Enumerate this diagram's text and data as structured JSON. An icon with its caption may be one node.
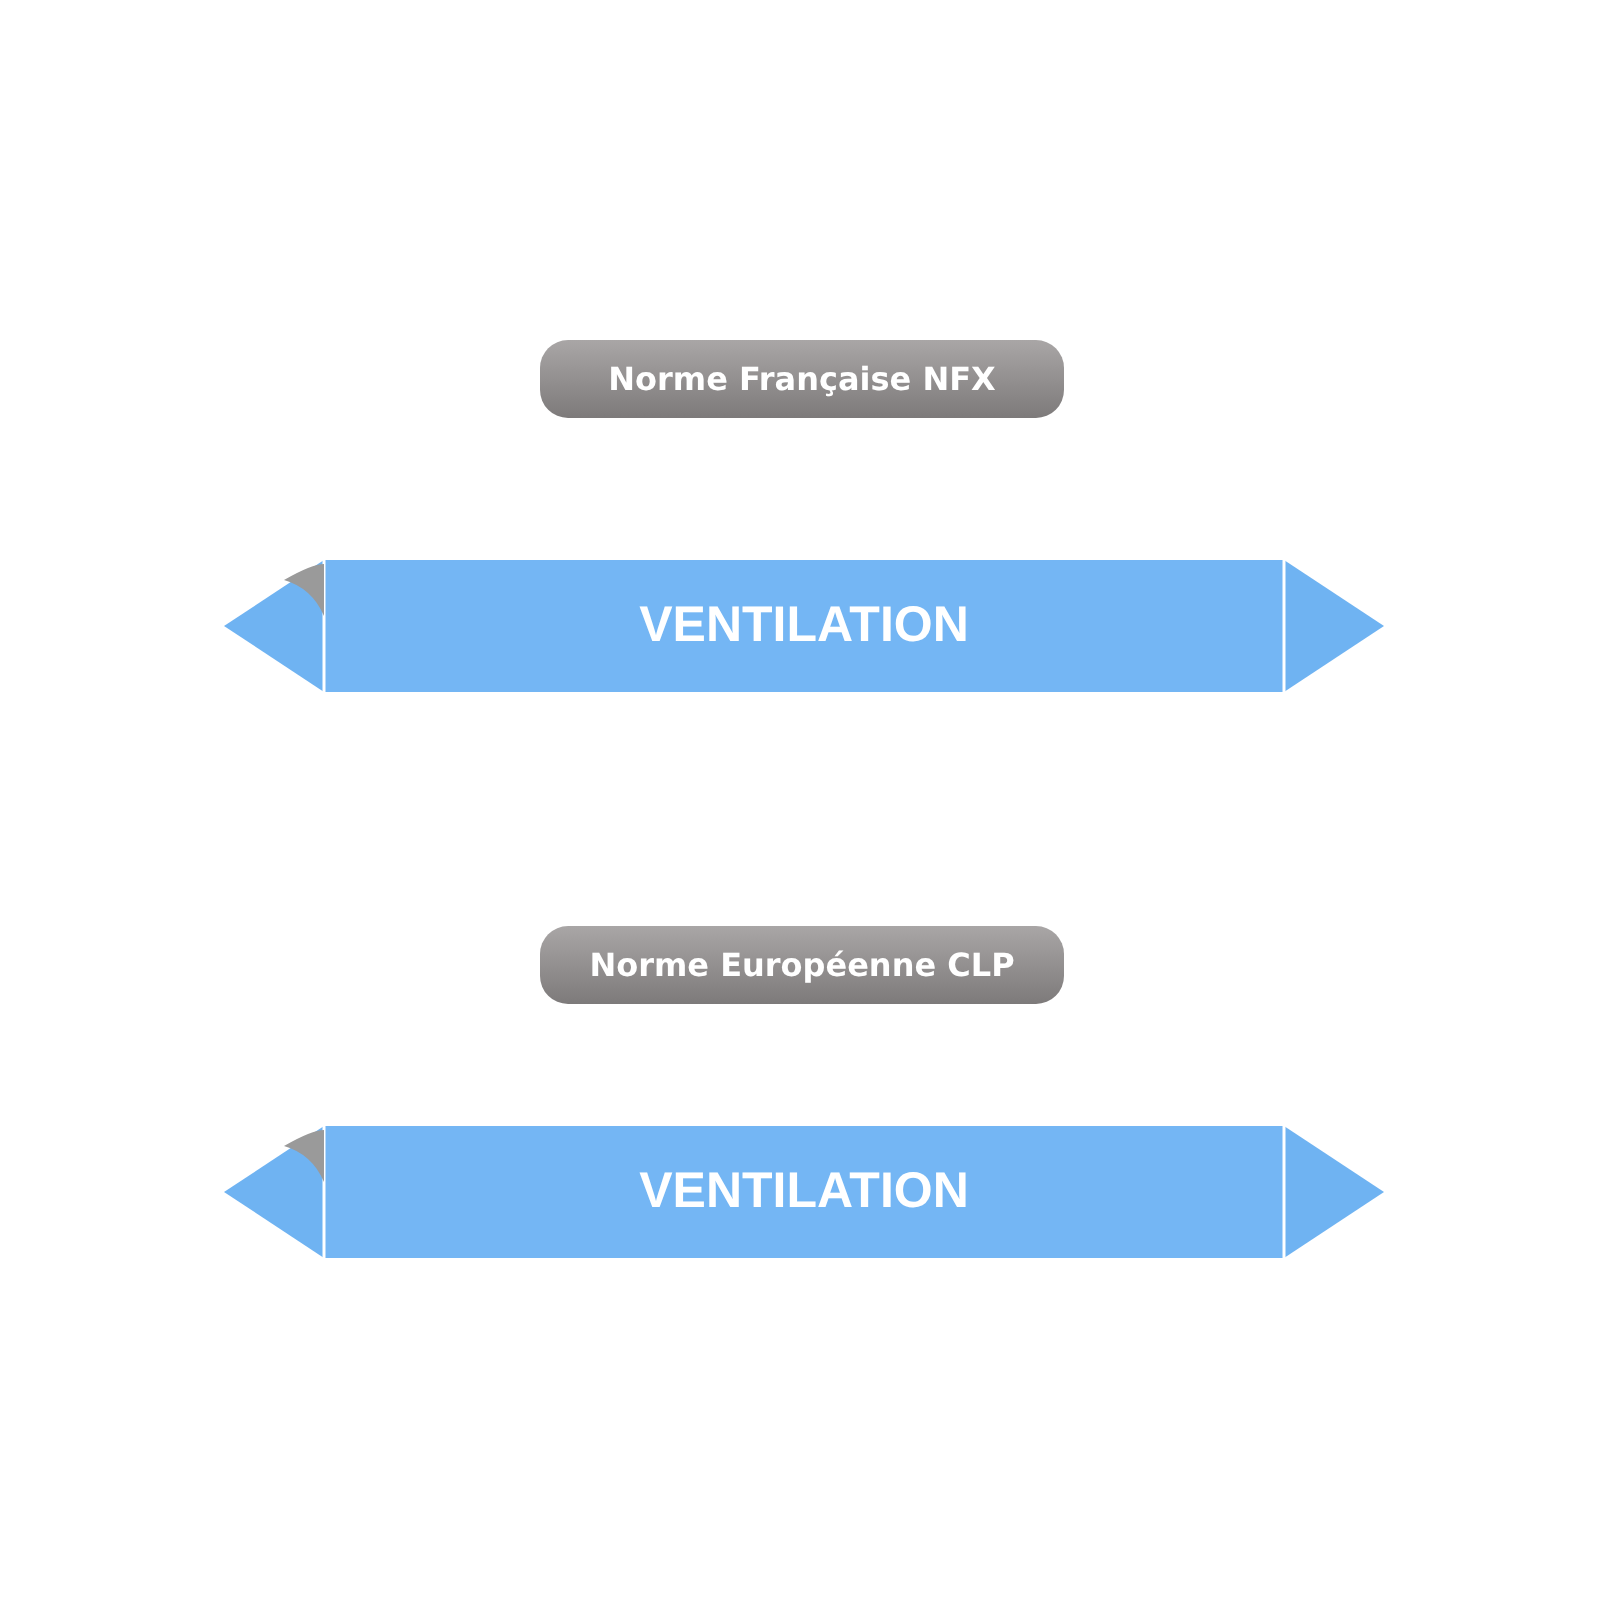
{
  "diagram": {
    "nodes": [
      {
        "text": [
          "Norme Française NFX"
        ]
      },
      {
        "text": [
          "VENTILATION"
        ]
      },
      {
        "text": [
          "Norme Européenne CLP"
        ]
      },
      {
        "text": [
          "VENTILATION"
        ]
      }
    ]
  }
}
